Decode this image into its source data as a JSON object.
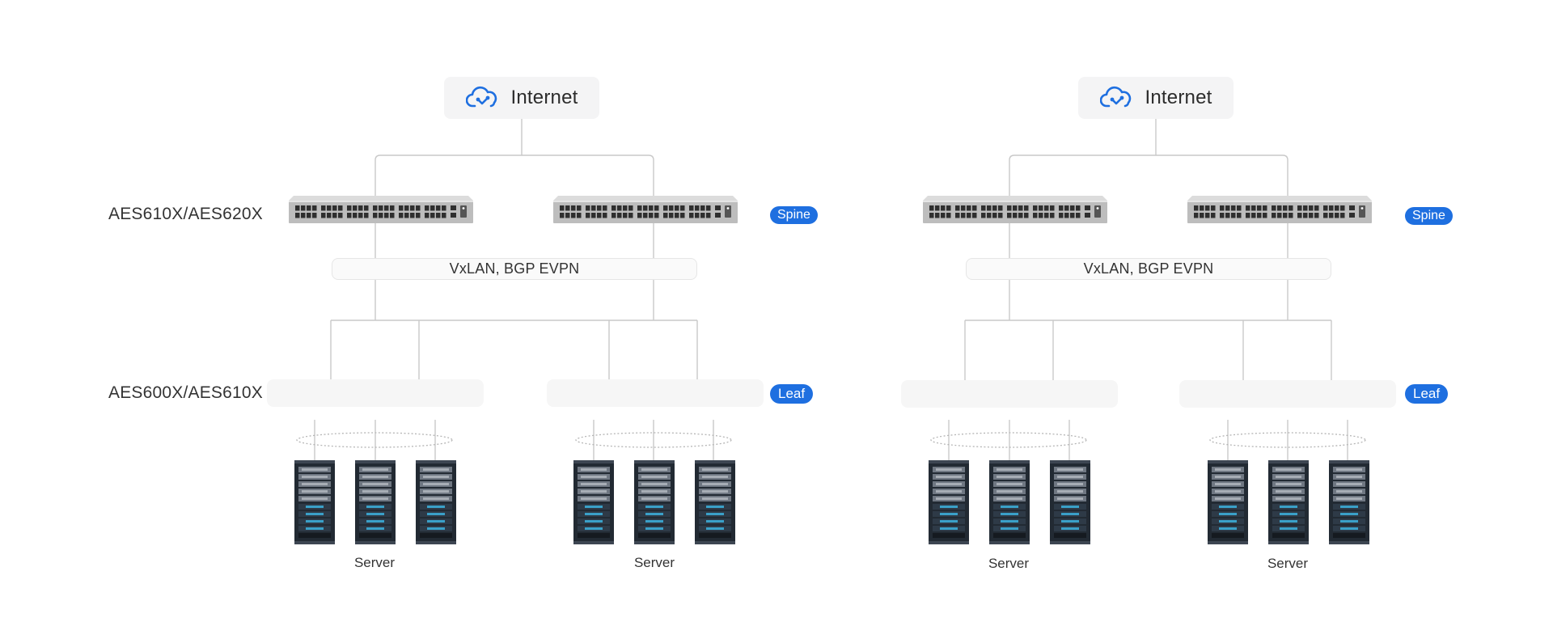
{
  "diagrams": [
    {
      "internet_label": "Internet",
      "spine_model": "AES610X/AES620X",
      "spine_tag": "Spine",
      "overlay_label": "VxLAN, BGP EVPN",
      "leaf_model": "AES600X/AES610X",
      "leaf_tag": "Leaf",
      "server_labels": [
        "Server",
        "Server"
      ]
    },
    {
      "internet_label": "Internet",
      "spine_tag": "Spine",
      "overlay_label": "VxLAN, BGP EVPN",
      "leaf_tag": "Leaf",
      "server_labels": [
        "Server",
        "Server"
      ]
    }
  ],
  "icons": {
    "internet": "cloud-sync-icon",
    "spine_switch": "switch-icon",
    "leaf_switch": "switch-icon",
    "server": "server-rack-icon",
    "link_aggregation": "lag-ellipse-icon"
  },
  "colors": {
    "accent": "#1e6fe0",
    "line": "#c9c9c9",
    "box_bg": "#f4f4f5",
    "server_body": "#2b3440",
    "server_accent": "#3aa0c8"
  }
}
